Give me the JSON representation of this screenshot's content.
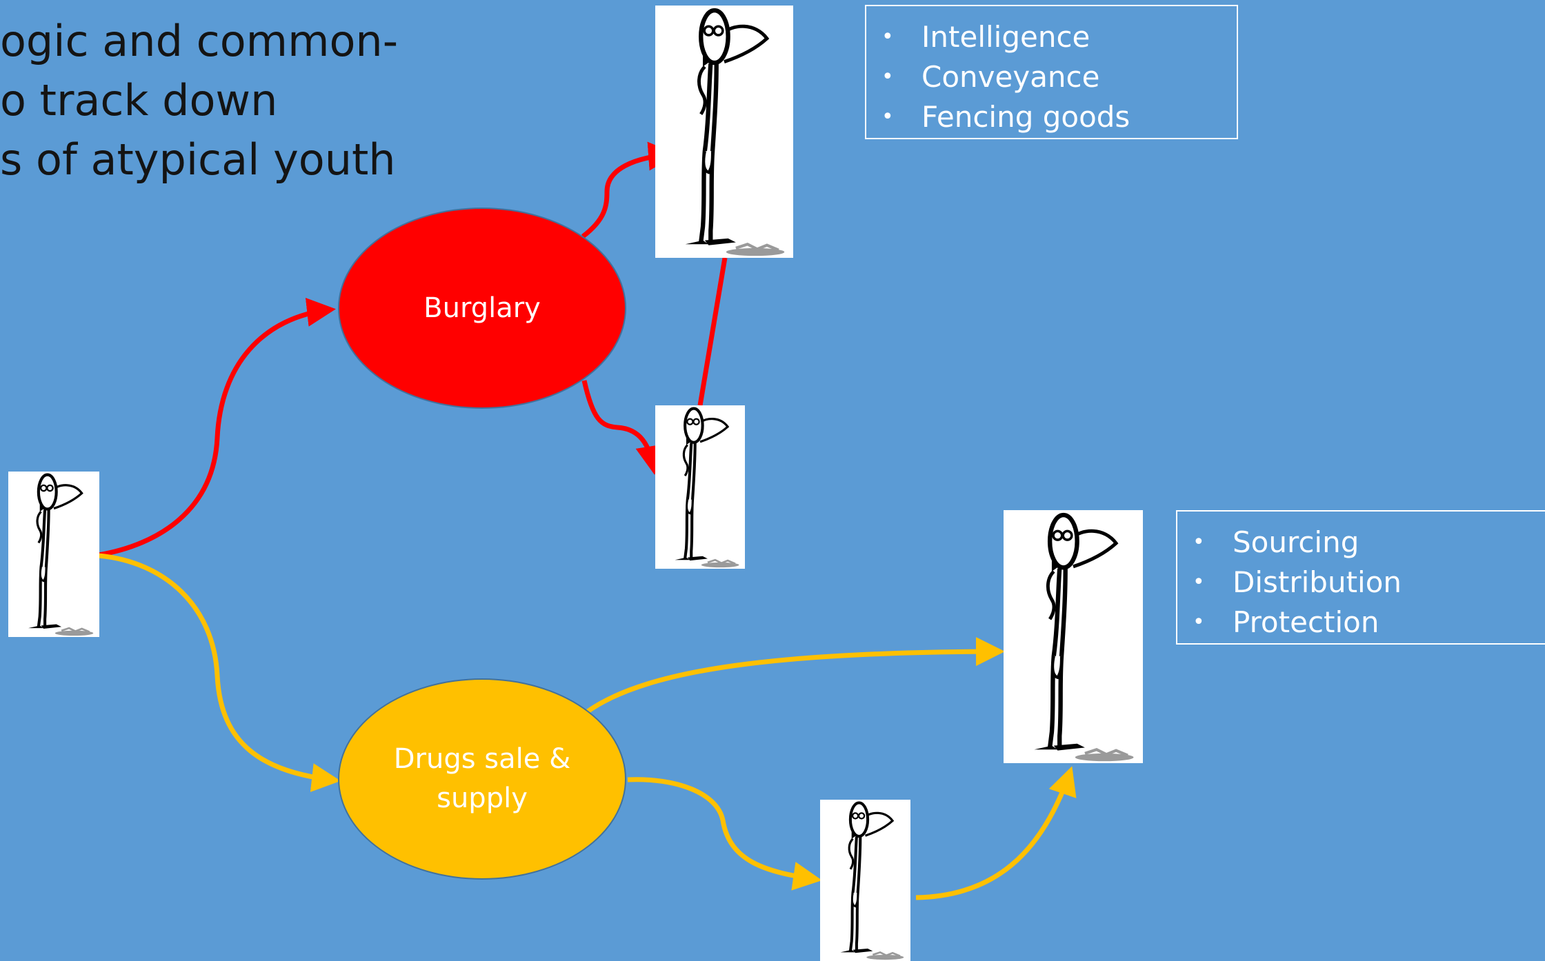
{
  "title": {
    "lines": [
      "ogic and common-",
      "o track down",
      "s of atypical youth"
    ]
  },
  "nodes": {
    "burglary": {
      "label": "Burglary",
      "color": "#ff0000"
    },
    "drugs": {
      "label_lines": [
        "Drugs sale &",
        "supply"
      ],
      "color": "#ffc000"
    }
  },
  "roles_top": {
    "items": [
      "Intelligence",
      "Conveyance",
      "Fencing goods"
    ],
    "bullet": "•"
  },
  "roles_bottom": {
    "items": [
      "Sourcing",
      "Distribution",
      "Protection"
    ],
    "bullet": "•"
  },
  "colors": {
    "background": "#5b9bd5",
    "burglary_path": "#ff0000",
    "drugs_path": "#ffc000",
    "text": "#ffffff"
  },
  "icons": {
    "person": "stick-figure-icon"
  }
}
